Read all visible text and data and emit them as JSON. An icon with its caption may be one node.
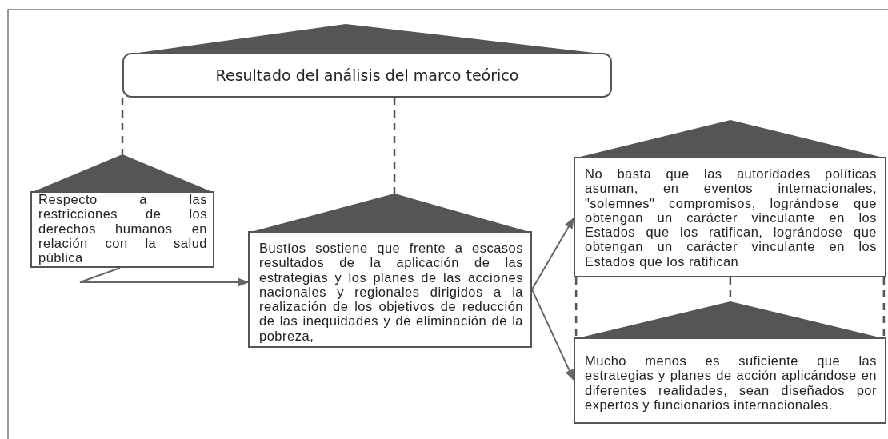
{
  "diagram": {
    "nodes": [
      {
        "text": [
          "Resultado del análisis del marco teórico"
        ]
      },
      {
        "text": [
          "Respecto a las restricciones de los derechos humanos en relación con la salud pública"
        ]
      },
      {
        "text": [
          "Bustíos sostiene que frente a escasos resultados de la aplicación de las estrategias y los planes de las acciones nacionales y regionales dirigidos a la realización de los objetivos de reducción de las inequidades y de eliminación de la pobreza,"
        ]
      },
      {
        "text": [
          "No basta que las autoridades políticas asuman, en eventos internacionales, \"solemnes\" compromisos, lográndose que obtengan un carácter vinculante en los Estados que los ratifican, lográndose que obtengan un carácter vinculante en los Estados que los ratifican"
        ]
      },
      {
        "text": [
          "Mucho menos es suficiente que las estrategias y planes de acción aplicándose en diferentes realidades, sean diseñados por expertos y funcionarios internacionales."
        ]
      }
    ],
    "edges": [
      {
        "from": 0,
        "to": 1,
        "arrow": "none",
        "style": "dashed"
      },
      {
        "from": 0,
        "to": 2,
        "arrow": "none",
        "style": "dashed"
      },
      {
        "from": 1,
        "to": 2,
        "arrow": "to"
      },
      {
        "from": 2,
        "to": 3,
        "arrow": "to"
      },
      {
        "from": 2,
        "to": 4,
        "arrow": "to"
      },
      {
        "from": 3,
        "to": 4,
        "arrow": "none",
        "style": "dashed"
      },
      {
        "from": 3,
        "to": 4,
        "arrow": "none",
        "style": "dashed"
      },
      {
        "from": 3,
        "to": 4,
        "arrow": "none",
        "style": "dashed"
      }
    ]
  }
}
